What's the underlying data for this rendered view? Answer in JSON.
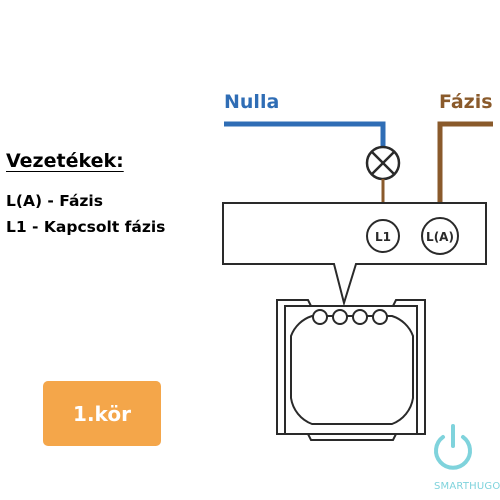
{
  "wires": {
    "neutral": {
      "label": "Nulla",
      "color": "#2f6db5"
    },
    "phase": {
      "label": "Fázis",
      "color": "#8a5a2b"
    }
  },
  "legend": {
    "title": "Vezetékek:",
    "lines": [
      "L(A) - Fázis",
      "L1 - Kapcsolt fázis"
    ]
  },
  "terminals": {
    "l1": "L1",
    "la": "L(A)"
  },
  "badge": {
    "label": "1.kör",
    "color": "#f4a64a"
  },
  "brand": {
    "smart": "SMART",
    "hugo": "HUGO",
    "color": "#7fd3dc"
  },
  "colors": {
    "line": "#2a2a2a"
  },
  "icons": [
    "lamp-icon",
    "power-icon"
  ]
}
